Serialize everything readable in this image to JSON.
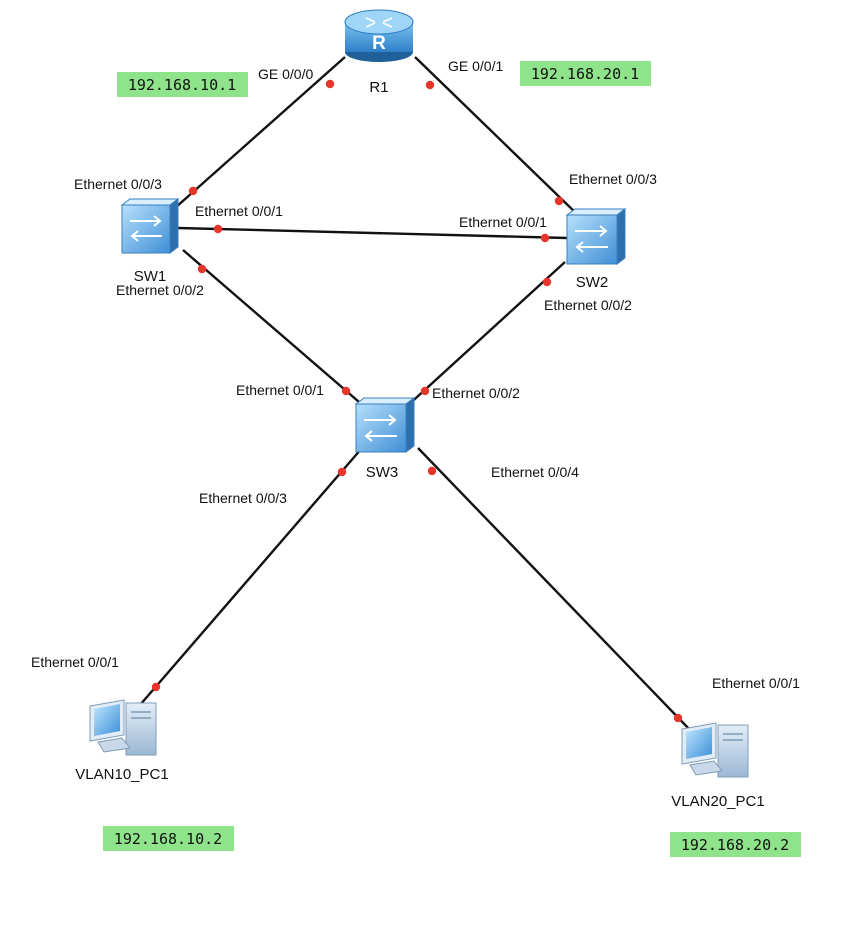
{
  "colors": {
    "ip_badge_bg": "#8fe38a",
    "link": "#111111",
    "port_dot": "#e8352b",
    "device_blue": "#3f8fd6"
  },
  "devices": {
    "r1": {
      "label": "R1",
      "icon": "router-icon"
    },
    "sw1": {
      "label": "SW1",
      "icon": "switch-icon"
    },
    "sw2": {
      "label": "SW2",
      "icon": "switch-icon"
    },
    "sw3": {
      "label": "SW3",
      "icon": "switch-icon"
    },
    "pc1": {
      "label": "VLAN10_PC1",
      "icon": "pc-icon"
    },
    "pc2": {
      "label": "VLAN20_PC1",
      "icon": "pc-icon"
    }
  },
  "ports": {
    "r1_ge000": "GE 0/0/0",
    "r1_ge001": "GE 0/0/1",
    "sw1_e003": "Ethernet 0/0/3",
    "sw1_e001": "Ethernet 0/0/1",
    "sw1_e002": "Ethernet 0/0/2",
    "sw2_e003": "Ethernet 0/0/3",
    "sw2_e001": "Ethernet 0/0/1",
    "sw2_e002": "Ethernet 0/0/2",
    "sw3_e001": "Ethernet 0/0/1",
    "sw3_e002": "Ethernet 0/0/2",
    "sw3_e003": "Ethernet 0/0/3",
    "sw3_e004": "Ethernet 0/0/4",
    "pc1_e001": "Ethernet 0/0/1",
    "pc2_e001": "Ethernet 0/0/1"
  },
  "ip_labels": {
    "r1_ge000": "192.168.10.1",
    "r1_ge001": "192.168.20.1",
    "pc1": "192.168.10.2",
    "pc2": "192.168.20.2"
  }
}
